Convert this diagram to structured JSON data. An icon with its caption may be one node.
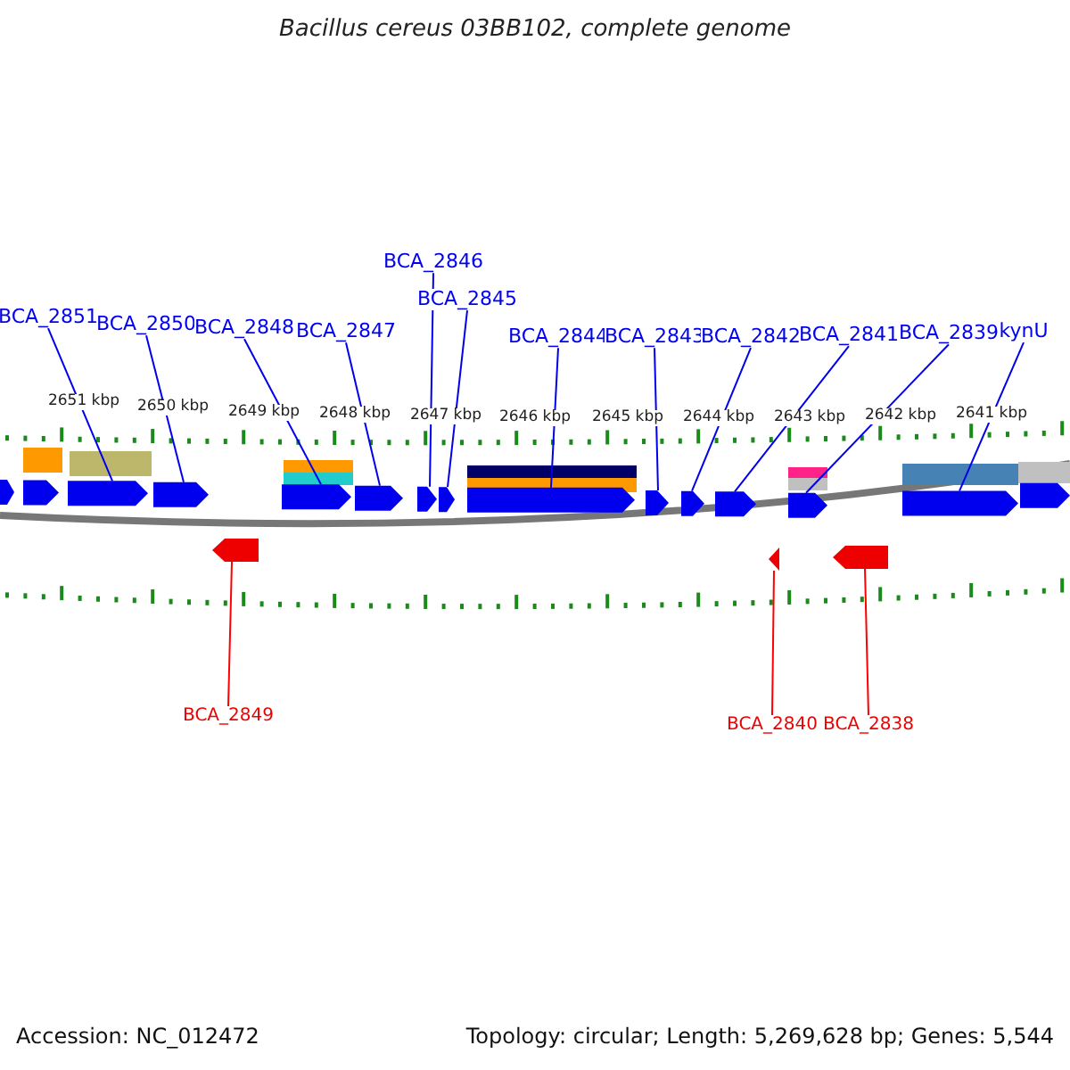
{
  "diagram": {
    "title": "Bacillus cereus 03BB102, complete genome",
    "nodes": [
      {
        "text": [
          "BCA_2851"
        ]
      },
      {
        "text": [
          "BCA_2850"
        ]
      },
      {
        "text": [
          "BCA_2848"
        ]
      },
      {
        "text": [
          "BCA_2847"
        ]
      },
      {
        "text": [
          "BCA_2846"
        ]
      },
      {
        "text": [
          "BCA_2845"
        ]
      },
      {
        "text": [
          "BCA_2844"
        ]
      },
      {
        "text": [
          "BCA_2843"
        ]
      },
      {
        "text": [
          "BCA_2842"
        ]
      },
      {
        "text": [
          "BCA_2841"
        ]
      },
      {
        "text": [
          "BCA_2839"
        ]
      },
      {
        "text": [
          "kynU"
        ]
      },
      {
        "text": [
          "BCA_2849"
        ]
      },
      {
        "text": [
          "BCA_2840"
        ]
      },
      {
        "text": [
          "BCA_2838"
        ]
      },
      {
        "text": [],
        "shape": "pentagon"
      },
      {
        "text": [],
        "shape": "pentagon"
      },
      {
        "text": [],
        "shape": "pentagon"
      },
      {
        "text": [],
        "shape": "pentagon"
      },
      {
        "text": [],
        "shape": "pentagon"
      },
      {
        "text": [],
        "shape": "pentagon"
      },
      {
        "text": [],
        "shape": "pentagon"
      },
      {
        "text": [],
        "shape": "pentagon"
      },
      {
        "text": [],
        "shape": "pentagon"
      },
      {
        "text": [],
        "shape": "pentagon"
      },
      {
        "text": [],
        "shape": "pentagon"
      },
      {
        "text": [],
        "shape": "pentagon"
      },
      {
        "text": [],
        "shape": "pentagon"
      },
      {
        "text": [],
        "shape": "pentagon"
      },
      {
        "text": [],
        "shape": "pentagon"
      },
      {
        "text": [],
        "shape": "pentagon"
      },
      {
        "text": [],
        "shape": "pentagon"
      },
      {
        "text": [],
        "shape": "pentagon"
      }
    ],
    "edges": [
      {
        "from": 0,
        "to": 17,
        "arrow": "none"
      },
      {
        "from": 1,
        "to": 18,
        "arrow": "none"
      },
      {
        "from": 2,
        "to": 19,
        "arrow": "none"
      },
      {
        "from": 3,
        "to": 20,
        "arrow": "none"
      },
      {
        "from": 4,
        "to": 21,
        "arrow": "none"
      },
      {
        "from": 5,
        "to": 22,
        "arrow": "none"
      },
      {
        "from": 6,
        "to": 23,
        "arrow": "none"
      },
      {
        "from": 7,
        "to": 24,
        "arrow": "none"
      },
      {
        "from": 8,
        "to": 25,
        "arrow": "none"
      },
      {
        "from": 9,
        "to": 26,
        "arrow": "none"
      },
      {
        "from": 10,
        "to": 27,
        "arrow": "none"
      },
      {
        "from": 11,
        "to": 28,
        "arrow": "none"
      },
      {
        "from": 12,
        "to": 30,
        "arrow": "none",
        "color": "#ff0000"
      },
      {
        "from": 13,
        "to": 31,
        "arrow": "none",
        "color": "#ff0000"
      },
      {
        "from": 14,
        "to": 32,
        "arrow": "none",
        "color": "#ff0000"
      }
    ],
    "labels": [
      "2651 kbp",
      "2650 kbp",
      "2649 kbp",
      "2648 kbp",
      "2647 kbp",
      "2646 kbp",
      "2645 kbp",
      "2644 kbp",
      "2643 kbp",
      "2642 kbp",
      "2641 kbp",
      "Accession: NC_012472",
      "Topology: circular; Length: 5,269,628 bp; Genes: 5,544"
    ]
  }
}
